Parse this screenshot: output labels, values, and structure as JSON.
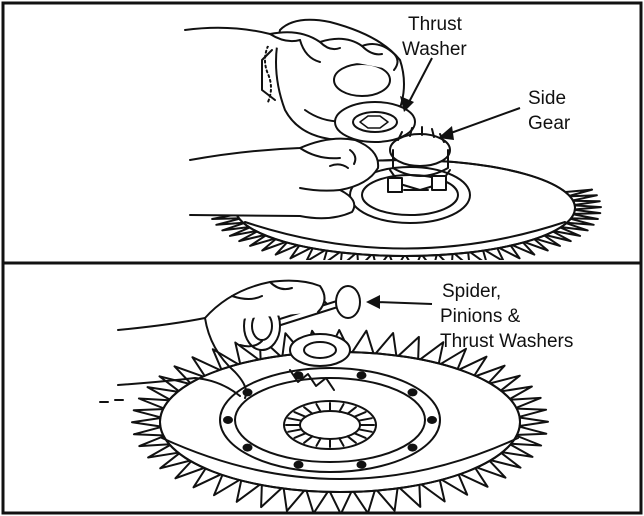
{
  "panels": [
    {
      "id": "top",
      "labels": [
        {
          "lines": [
            "Thrust",
            "Washer"
          ]
        },
        {
          "lines": [
            "Side",
            "Gear"
          ]
        }
      ]
    },
    {
      "id": "bottom",
      "labels": [
        {
          "lines": [
            "Spider,",
            "Pinions &",
            "Thrust Washers"
          ]
        }
      ]
    }
  ],
  "colors": {
    "ink": "#111111",
    "paper": "#ffffff"
  }
}
